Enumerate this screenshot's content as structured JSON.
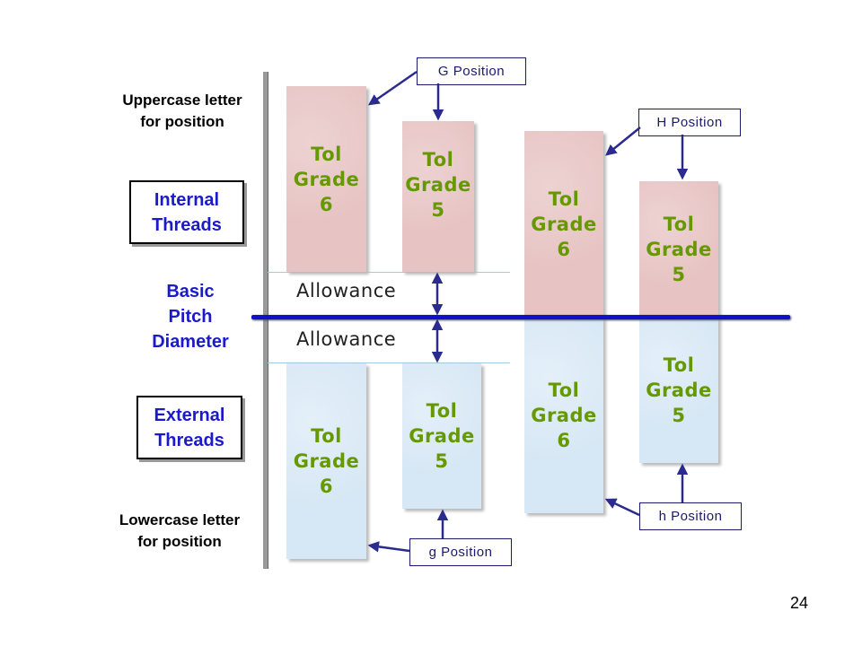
{
  "left_labels": {
    "uppercase_line1": "Uppercase letter",
    "uppercase_line2": "for position",
    "internal_line1": "Internal",
    "internal_line2": "Threads",
    "basic_line1": "Basic",
    "basic_line2": "Pitch",
    "basic_line3": "Diameter",
    "external_line1": "External",
    "external_line2": "Threads",
    "lowercase_line1": "Lowercase letter",
    "lowercase_line2": "for position"
  },
  "bars": [
    {
      "line1": "Tol",
      "line2": "Grade",
      "line3": "6"
    },
    {
      "line1": "Tol",
      "line2": "Grade",
      "line3": "5"
    },
    {
      "line1": "Tol",
      "line2": "Grade",
      "line3": "6"
    },
    {
      "line1": "Tol",
      "line2": "Grade",
      "line3": "5"
    },
    {
      "line1": "Tol",
      "line2": "Grade",
      "line3": "6"
    },
    {
      "line1": "Tol",
      "line2": "Grade",
      "line3": "5"
    },
    {
      "line1": "Tol",
      "line2": "Grade",
      "line3": "6"
    },
    {
      "line1": "Tol",
      "line2": "Grade",
      "line3": "5"
    }
  ],
  "allowance_upper": "Allowance",
  "allowance_lower": "Allowance",
  "callouts": {
    "g_upper": "G Position",
    "h_upper": "H Position",
    "g_lower": "g Position",
    "h_lower": "h Position"
  },
  "page_number": "24",
  "colors": {
    "internal_fill": "#e7c3c3",
    "external_fill": "#d6e7f5",
    "grade_text": "#669900",
    "label_blue": "#1a1acc",
    "basic_line": "#1010cc"
  }
}
